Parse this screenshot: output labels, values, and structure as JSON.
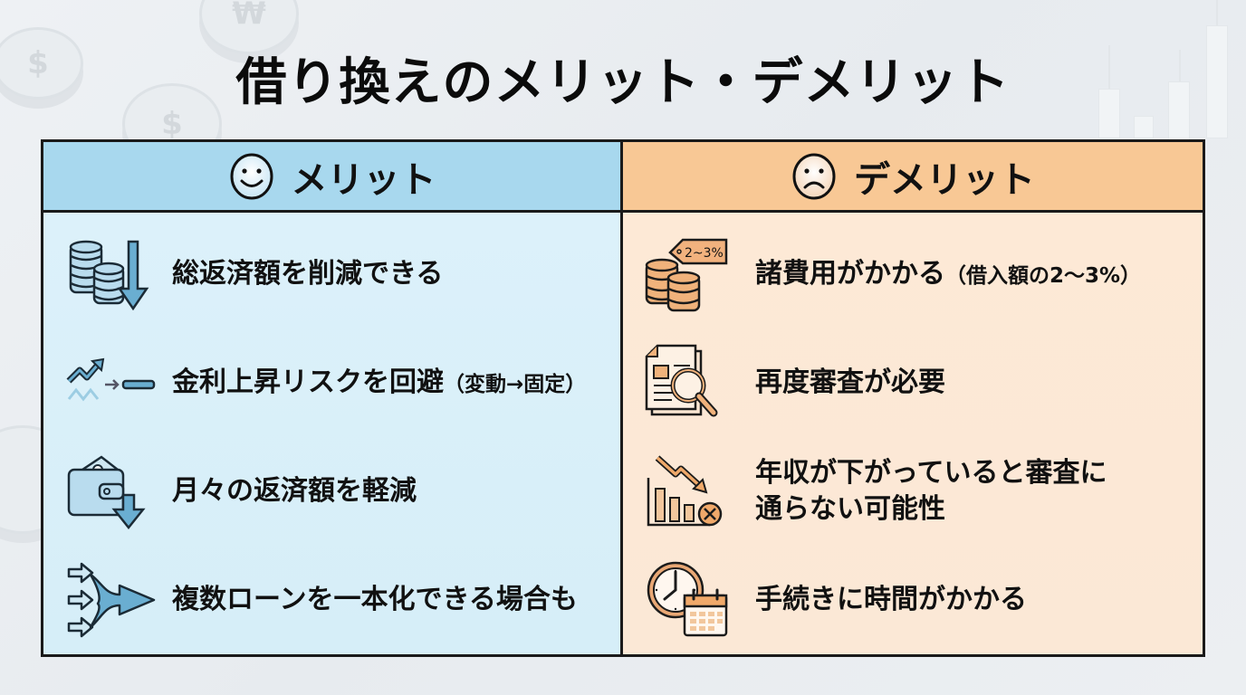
{
  "title": "借り換えのメリット・デメリット",
  "colors": {
    "merit_header": "#a8d8ee",
    "merit_body": "#dcf1fa",
    "demerit_header": "#f8c895",
    "demerit_body": "#fde9d6",
    "border": "#1a1a1a",
    "merit_icon": "#7fb8d6",
    "demerit_icon": "#eaa36a"
  },
  "merits": {
    "header": "メリット",
    "header_icon": "smiley-face-icon",
    "items": [
      {
        "icon": "coins-down-arrow-icon",
        "text": "総返済額を削減できる",
        "note": ""
      },
      {
        "icon": "variable-to-fixed-rate-icon",
        "text": "金利上昇リスクを回避",
        "note": "（変動→固定）"
      },
      {
        "icon": "wallet-down-arrow-icon",
        "text": "月々の返済額を軽減",
        "note": ""
      },
      {
        "icon": "merge-arrows-icon",
        "text": "複数ローンを一本化できる場合も",
        "note": ""
      }
    ]
  },
  "demerits": {
    "header": "デメリット",
    "header_icon": "sad-face-icon",
    "items": [
      {
        "icon": "coins-price-tag-icon",
        "tag": "2~3%",
        "text": "諸費用がかかる",
        "note": "（借入額の2～3%）"
      },
      {
        "icon": "document-magnifier-icon",
        "text": "再度審査が必要",
        "note": ""
      },
      {
        "icon": "declining-chart-x-icon",
        "text": "年収が下がっていると審査に",
        "text2": "通らない可能性",
        "note": ""
      },
      {
        "icon": "clock-calendar-icon",
        "text": "手続きに時間がかかる",
        "note": ""
      }
    ]
  }
}
